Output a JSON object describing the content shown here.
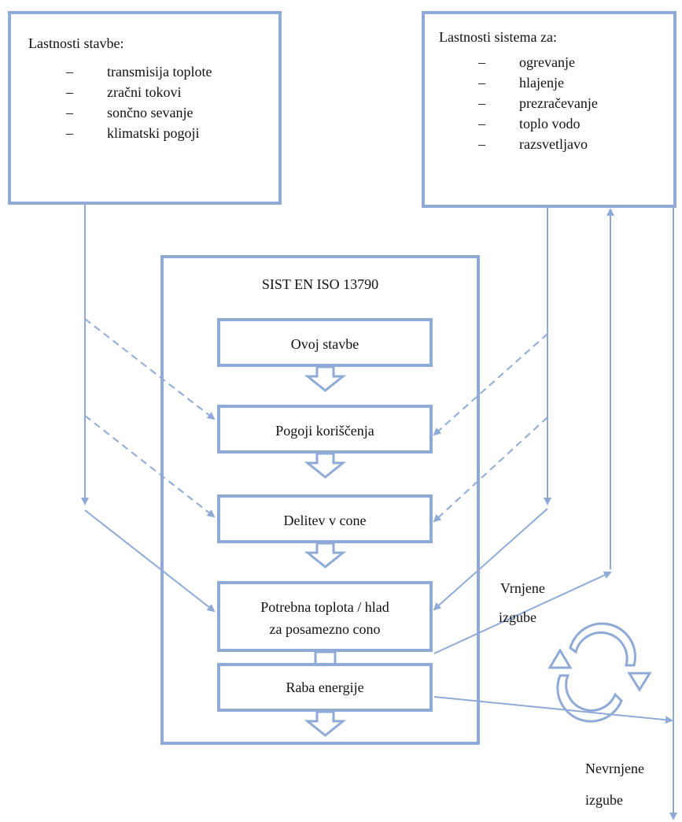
{
  "building_box": {
    "title": "Lastnosti stavbe:",
    "items": [
      "transmisija toplote",
      "zračni tokovi",
      "sončno sevanje",
      "klimatski pogoji"
    ]
  },
  "system_box": {
    "title": "Lastnosti sistema za:",
    "items": [
      "ogrevanje",
      "hlajenje",
      "prezračevanje",
      "toplo vodo",
      "razsvetljavo"
    ]
  },
  "standard": {
    "title": "SIST EN ISO 13790",
    "steps": [
      "Ovoj stavbe",
      "Pogoji koriščenja",
      "Delitev v cone",
      "Potrebna toplota / hlad",
      "za posamezno cono",
      "Raba energije"
    ]
  },
  "labels": {
    "returned_1": "Vrnjene",
    "returned_2": "izgube",
    "not_returned_1": "Nevrnjene",
    "not_returned_2": "izgube"
  },
  "dash": "–",
  "colors": {
    "line": "#8faad6"
  }
}
